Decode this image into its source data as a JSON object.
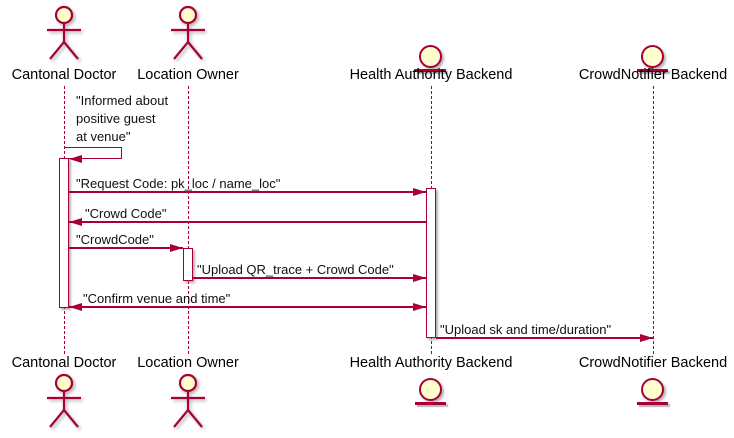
{
  "diagram": {
    "type": "sequence-diagram",
    "colors": {
      "line": "#A80036",
      "participant_fill": "#FEFECE",
      "text": "#111111",
      "background": "#FFFFFF"
    },
    "participants": [
      {
        "id": "cantonal-doctor",
        "label": "Cantonal Doctor",
        "kind": "actor"
      },
      {
        "id": "location-owner",
        "label": "Location Owner",
        "kind": "actor"
      },
      {
        "id": "health-authority-backend",
        "label": "Health Authority Backend",
        "kind": "entity"
      },
      {
        "id": "crowdnotifier-backend",
        "label": "CrowdNotifier Backend",
        "kind": "entity"
      }
    ],
    "messages": [
      {
        "text": "\"Informed about\npositive guest\nat venue\"",
        "from": "cantonal-doctor",
        "to": "cantonal-doctor",
        "kind": "self-message"
      },
      {
        "text": "\"Request Code: pk_loc / name_loc\"",
        "from": "cantonal-doctor",
        "to": "health-authority-backend",
        "kind": "solid-arrow"
      },
      {
        "text": "\"Crowd Code\"",
        "from": "health-authority-backend",
        "to": "cantonal-doctor",
        "kind": "solid-arrow"
      },
      {
        "text": "\"CrowdCode\"",
        "from": "cantonal-doctor",
        "to": "location-owner",
        "kind": "solid-arrow"
      },
      {
        "text": "\"Upload QR_trace + Crowd Code\"",
        "from": "location-owner",
        "to": "health-authority-backend",
        "kind": "solid-arrow"
      },
      {
        "text": "\"Confirm venue and time\"",
        "from": "cantonal-doctor",
        "to": "health-authority-backend",
        "kind": "bidirectional-arrow"
      },
      {
        "text": "\"Upload sk and time/duration\"",
        "from": "health-authority-backend",
        "to": "crowdnotifier-backend",
        "kind": "solid-arrow"
      }
    ]
  }
}
